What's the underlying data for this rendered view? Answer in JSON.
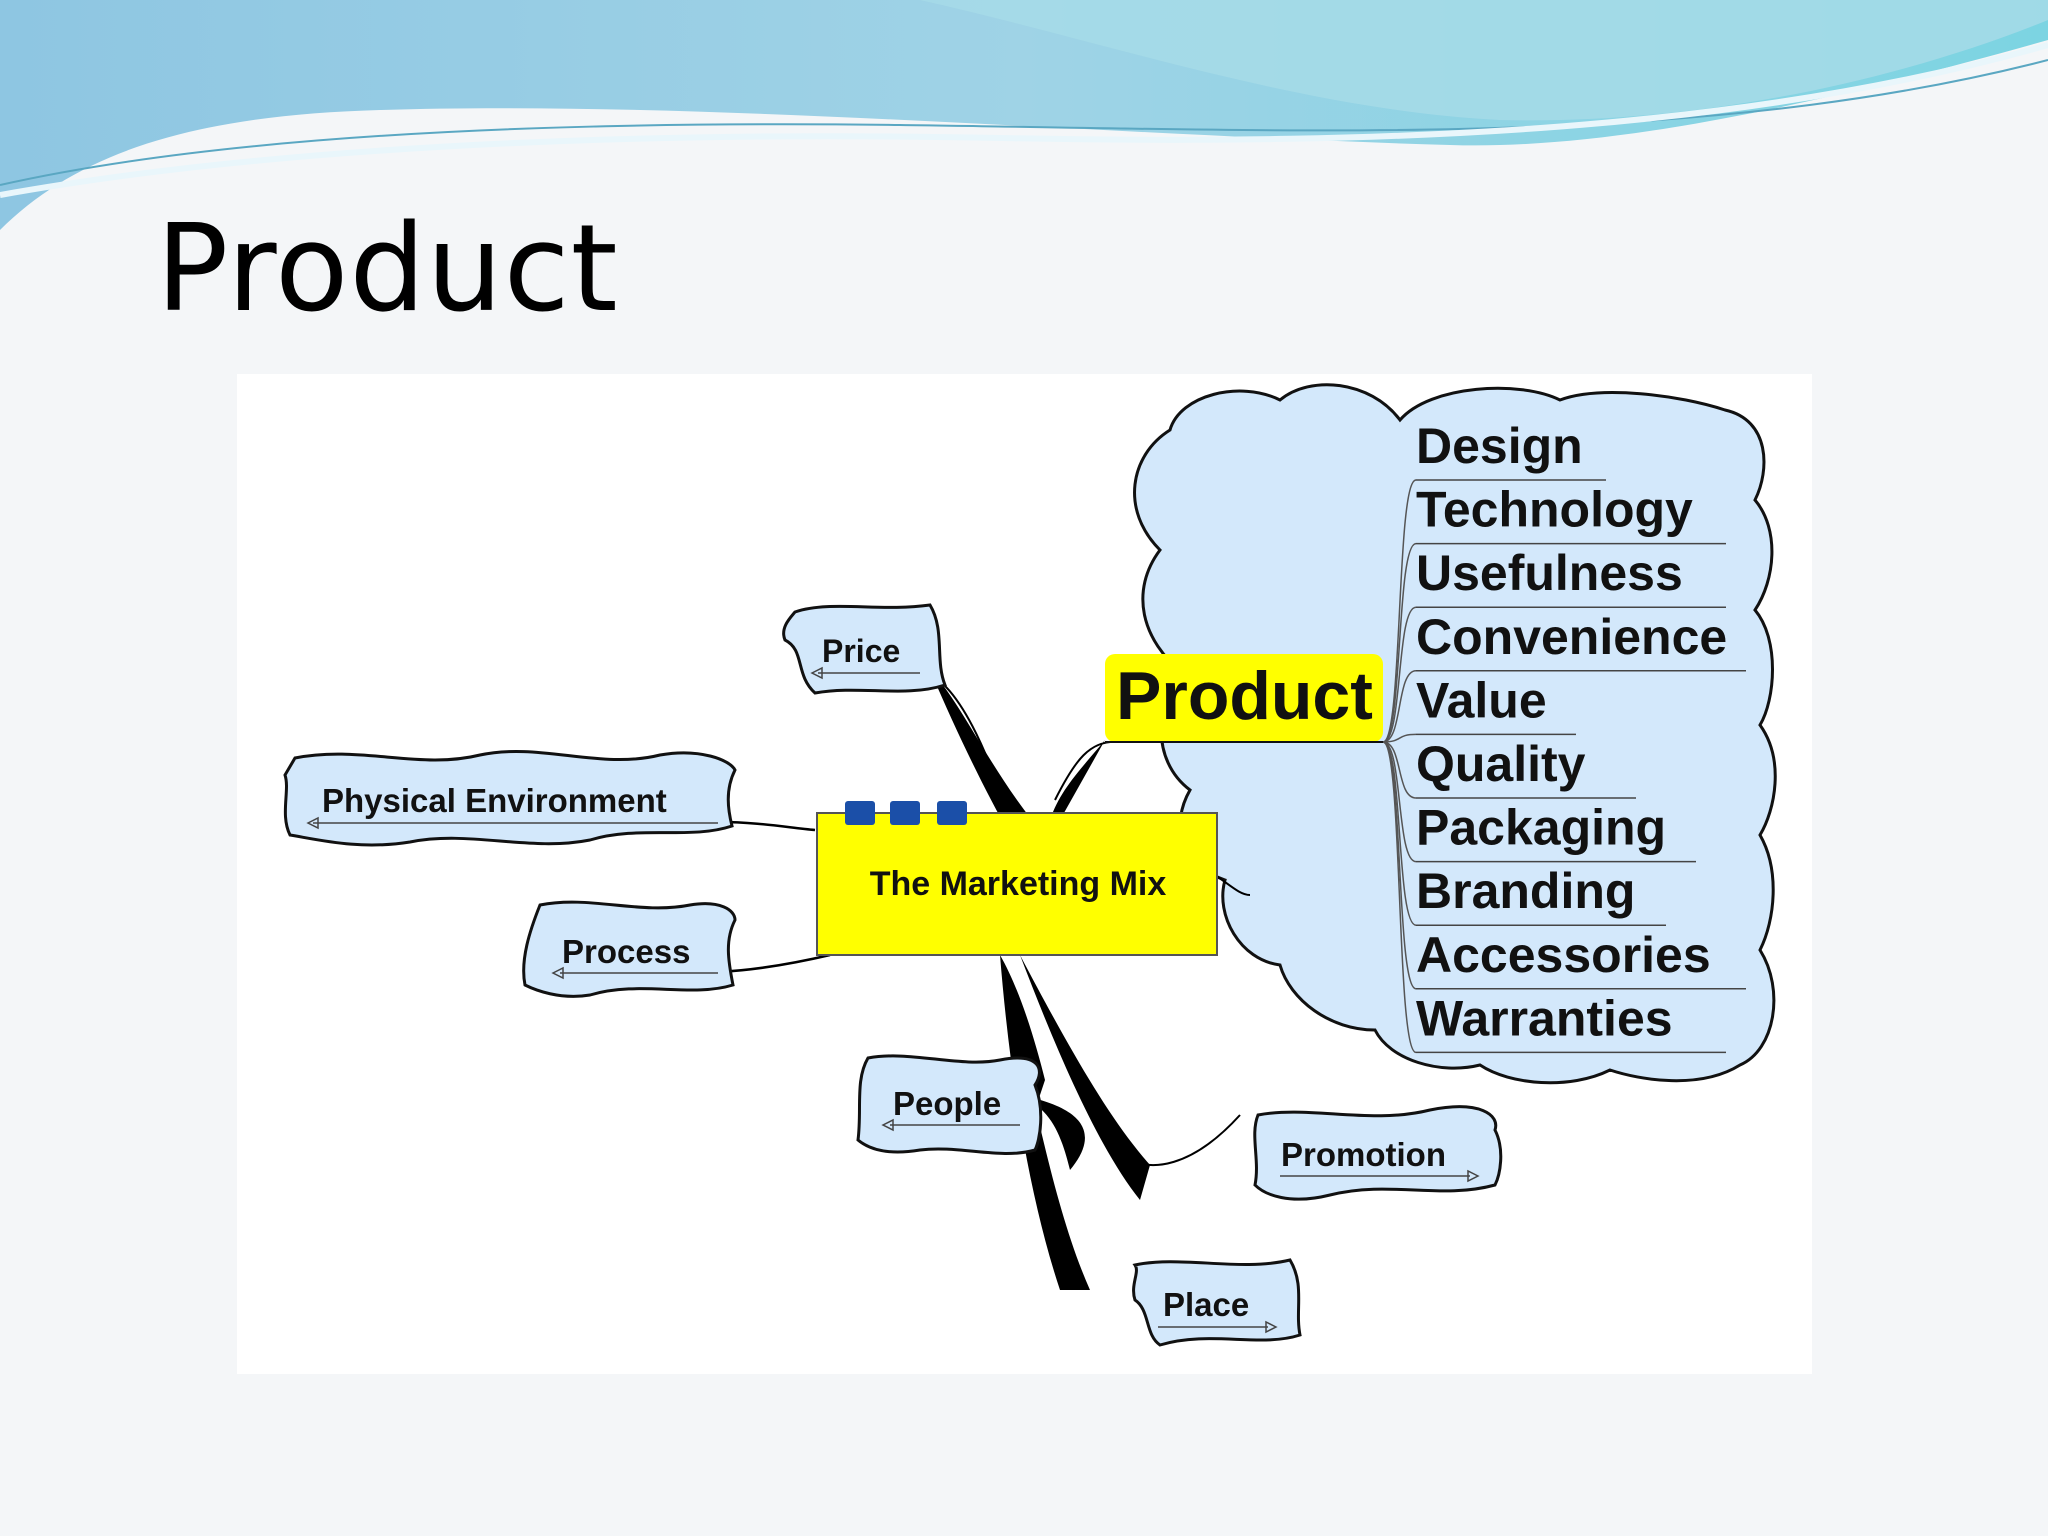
{
  "slide": {
    "title": "Product"
  },
  "diagram": {
    "center": {
      "label": "The Marketing Mix"
    },
    "focus": {
      "label": "Product"
    },
    "branches": [
      {
        "id": "price",
        "label": "Price"
      },
      {
        "id": "physical-environment",
        "label": "Physical Environment"
      },
      {
        "id": "process",
        "label": "Process"
      },
      {
        "id": "people",
        "label": "People"
      },
      {
        "id": "promotion",
        "label": "Promotion"
      },
      {
        "id": "place",
        "label": "Place"
      }
    ],
    "product_attributes": [
      "Design",
      "Technology",
      "Usefulness",
      "Convenience",
      "Value",
      "Quality",
      "Packaging",
      "Branding",
      "Accessories",
      "Warranties"
    ],
    "colors": {
      "cloud_fill": "#d3e8fb",
      "center_fill": "#ffff00",
      "focus_highlight": "#ffff00",
      "center_tabs": "#1b4fa8",
      "banner": "#7fc9e0"
    }
  }
}
